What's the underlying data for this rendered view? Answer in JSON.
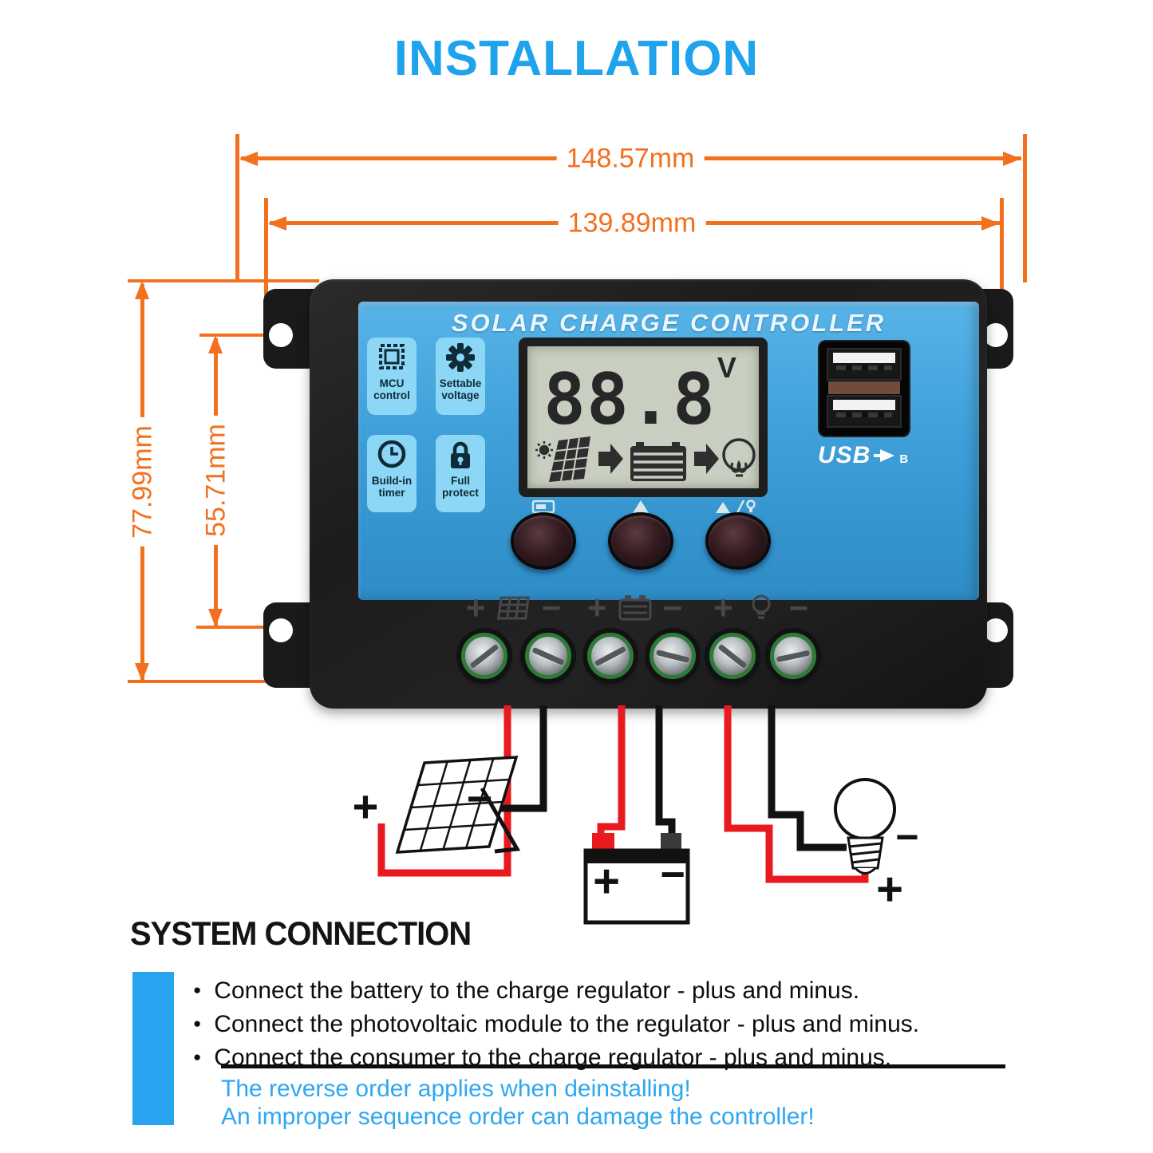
{
  "page": {
    "title": "INSTALLATION"
  },
  "colors": {
    "title_blue": "#1FA3EC",
    "dimension_orange": "#F3701E",
    "note_blue": "#2EA7F2",
    "sidebar_blue": "#29A3F0",
    "device_face_blue": "#3E9FD9",
    "wire_red": "#E8191F",
    "wire_black": "#111111"
  },
  "dimensions": {
    "outer_width": "148.57mm",
    "inner_width": "139.89mm",
    "outer_height": "77.99mm",
    "inner_height": "55.71mm"
  },
  "device": {
    "name": "SOLAR CHARGE CONTROLLER",
    "features": [
      {
        "icon": "mcu-chip-icon",
        "line1": "MCU",
        "line2": "control"
      },
      {
        "icon": "gear-icon",
        "line1": "Settable",
        "line2": "voltage"
      },
      {
        "icon": "clock-icon",
        "line1": "Build-in",
        "line2": "timer"
      },
      {
        "icon": "padlock-icon",
        "line1": "Full",
        "line2": "protect"
      }
    ],
    "lcd": {
      "reading": "88.8",
      "unit": "V",
      "icons": [
        "sun-icon",
        "solar-panel-icon",
        "arrow-right-icon",
        "battery-icon",
        "arrow-right-icon",
        "bulb-icon"
      ]
    },
    "usb_logo": "USB",
    "usb_b": "B",
    "button_labels": [
      "display-icon",
      "triangle-up-icon",
      "triangle-bulb-icon"
    ],
    "terminals": {
      "plus": "+",
      "minus": "−",
      "groups": [
        "solar-panel",
        "battery",
        "load"
      ]
    }
  },
  "wiring": {
    "panel_plus": "+",
    "panel_minus": "−",
    "battery_plus": "+",
    "battery_minus": "−",
    "bulb_minus": "−",
    "bulb_plus": "+"
  },
  "system_connection": {
    "heading": "SYSTEM CONNECTION",
    "bullet_char": "●",
    "bullets": [
      "Connect the battery to the charge regulator - plus and minus.",
      "Connect the photovoltaic module to the regulator - plus and minus.",
      "Connect the consumer to the charge regulator - plus and minus."
    ],
    "notes": [
      "The reverse order applies when deinstalling!",
      "An improper sequence order can damage the controller!"
    ]
  }
}
